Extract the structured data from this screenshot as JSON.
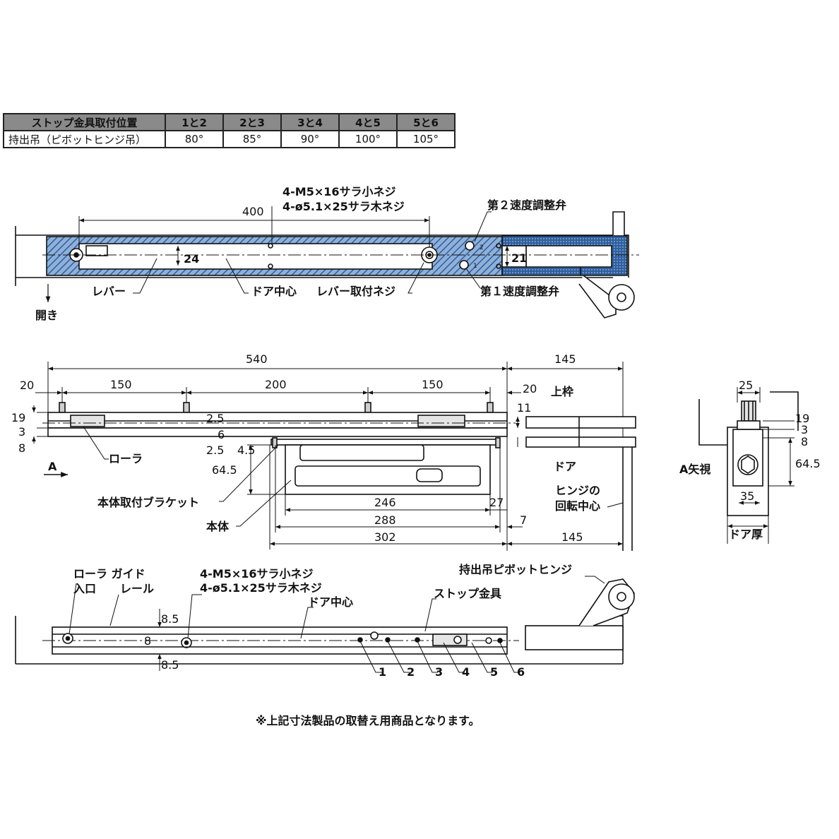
{
  "table": {
    "header": [
      "ストップ金具取付位置",
      "1と2",
      "2と3",
      "3と4",
      "4と5",
      "5と6"
    ],
    "row": [
      "持出吊（ピボットヒンジ吊）",
      "80°",
      "85°",
      "90°",
      "100°",
      "105°"
    ]
  },
  "top_view": {
    "screw_1": "4-M5×16サラ小ネジ",
    "screw_2": "4-ø5.1×25サラ木ネジ",
    "dim_400": "400",
    "dim_24": "24",
    "dim_21": "21",
    "valve_2": "第２速度調整弁",
    "valve_1": "第１速度調整弁",
    "lever": "レバー",
    "door_center": "ドア中心",
    "lever_screw": "レバー取付ネジ",
    "open": "開き",
    "mark_2": "2",
    "mark_1": "1"
  },
  "side_view": {
    "dim_540": "540",
    "dim_145_top": "145",
    "dim_20_left": "20",
    "dim_150_a": "150",
    "dim_200": "200",
    "dim_150_b": "150",
    "dim_20_right": "20",
    "upper_frame": "上枠",
    "dim_19": "19",
    "dim_3": "3",
    "dim_8": "8",
    "dim_2_5_a": "2.5",
    "dim_6": "6",
    "dim_2_5_b": "2.5",
    "dim_4_5": "4.5",
    "dim_11": "11",
    "dim_64_5": "64.5",
    "roller": "ローラ",
    "arrow_a": "A",
    "door": "ドア",
    "hinge_center_1": "ヒンジの",
    "hinge_center_2": "回転中心",
    "bracket": "本体取付ブラケット",
    "body": "本体",
    "dim_246": "246",
    "dim_27": "27",
    "dim_288": "288",
    "dim_7": "7",
    "dim_302": "302",
    "dim_145_bottom": "145"
  },
  "end_view": {
    "dim_25": "25",
    "dim_19": "19",
    "dim_3": "3",
    "dim_8": "8",
    "dim_64_5": "64.5",
    "dim_35": "35",
    "view_a": "A矢視",
    "door_thickness": "ドア厚"
  },
  "bottom_view": {
    "roller_guide": "ローラ ガイド",
    "entrance": "入口",
    "rail": "レール",
    "screw_1": "4-M5×16サラ小ネジ",
    "screw_2": "4-ø5.1×25サラ木ネジ",
    "door_center": "ドア中心",
    "pivot_hinge": "持出吊ピボットヒンジ",
    "stop_fitting": "ストップ金具",
    "dim_8_5_a": "8.5",
    "dim_8": "8",
    "dim_8_5_b": "8.5",
    "positions": [
      "1",
      "2",
      "3",
      "4",
      "5",
      "6"
    ]
  },
  "footnote": "※上記寸法製品の取替え用商品となります。",
  "colors": {
    "hatch": "#2f5f9e",
    "line": "#111111",
    "fill_gray": "#cfcfcf"
  }
}
